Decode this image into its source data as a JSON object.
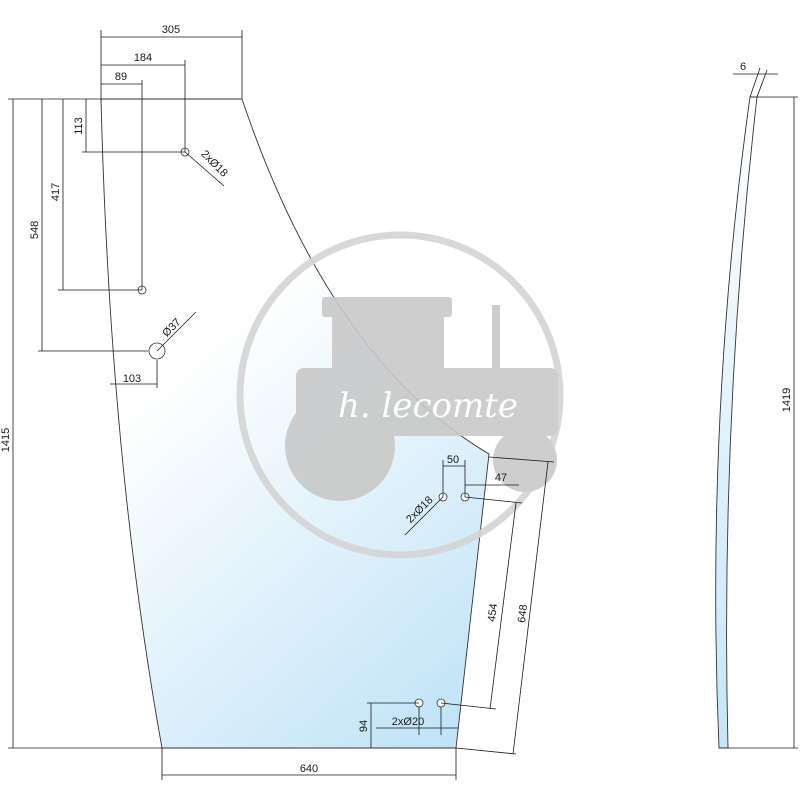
{
  "drawing": {
    "dimensions": {
      "top_width": "305",
      "hole_x_184": "184",
      "hole_x_89": "89",
      "hole_y_113": "113",
      "hole_y_417": "417",
      "hole_y_548": "548",
      "hole_x_103": "103",
      "total_height": "1415",
      "bottom_width": "640",
      "hole_x_50": "50",
      "hole_x_47": "47",
      "hole_y_454": "454",
      "hole_y_648": "648",
      "hole_y_94": "94",
      "side_height": "1419",
      "thickness": "6"
    },
    "hole_callouts": {
      "top_pair": "2xØ18",
      "single": "Ø37",
      "right_pair": "2xØ18",
      "bottom_pair": "2xØ20"
    },
    "watermark": {
      "text": "h. lecomte",
      "icon": "tractor-logo-icon"
    },
    "colors": {
      "glass_light": "#ffffff",
      "glass_tint": "#bfe3f7",
      "line": "#1a1a1a",
      "watermark": "#c9c9c9"
    }
  }
}
